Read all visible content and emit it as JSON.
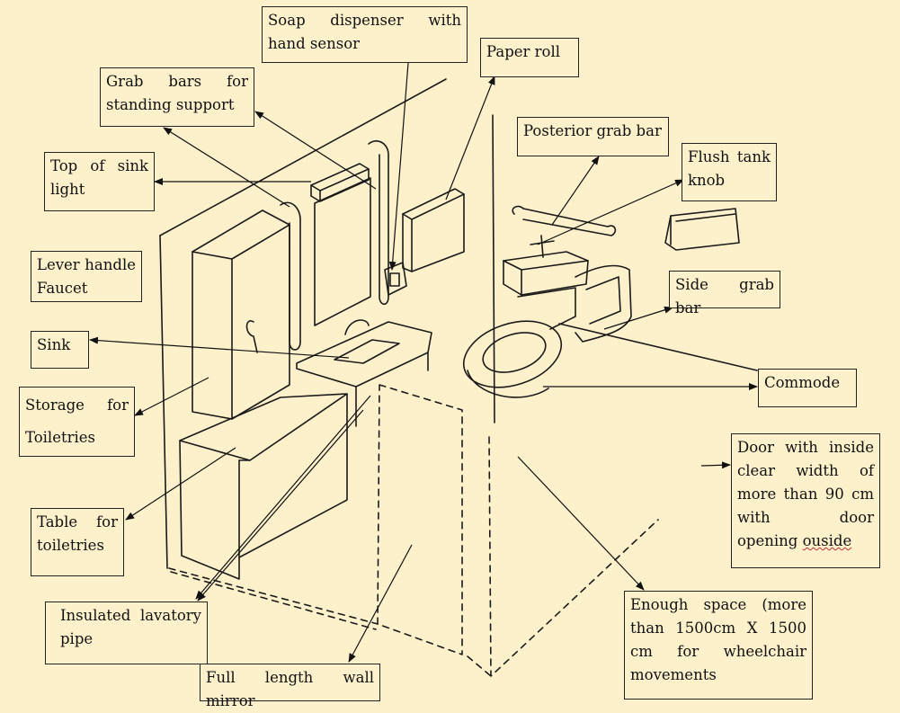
{
  "labels": {
    "soap_dispenser": "Soap dispenser with hand sensor",
    "paper_roll": "Paper roll",
    "grab_bars_standing": "Grab bars for standing support",
    "posterior_grab_bar": "Posterior grab bar",
    "flush_tank_knob": "Flush tank knob",
    "top_sink_light": "Top of sink light",
    "lever_handle_faucet": "Lever handle Faucet",
    "side_grab_bar": "Side grab bar",
    "sink": "Sink",
    "commode": "Commode",
    "storage_toiletries": "Storage for Toiletries",
    "door_text": "Door with inside clear width of more than 90 cm with door opening",
    "door_text_tail": "ouside",
    "table_toiletries": "Table for toiletries",
    "enough_space": "Enough space (more than 1500cm X 1500 cm for wheelchair movements",
    "insulated_pipe": "Insulated lavatory pipe",
    "full_mirror": "Full length wall mirror"
  },
  "colors": {
    "background": "#fdf1cc",
    "ink": "#1a1a1a",
    "spellcheck": "#b33"
  }
}
